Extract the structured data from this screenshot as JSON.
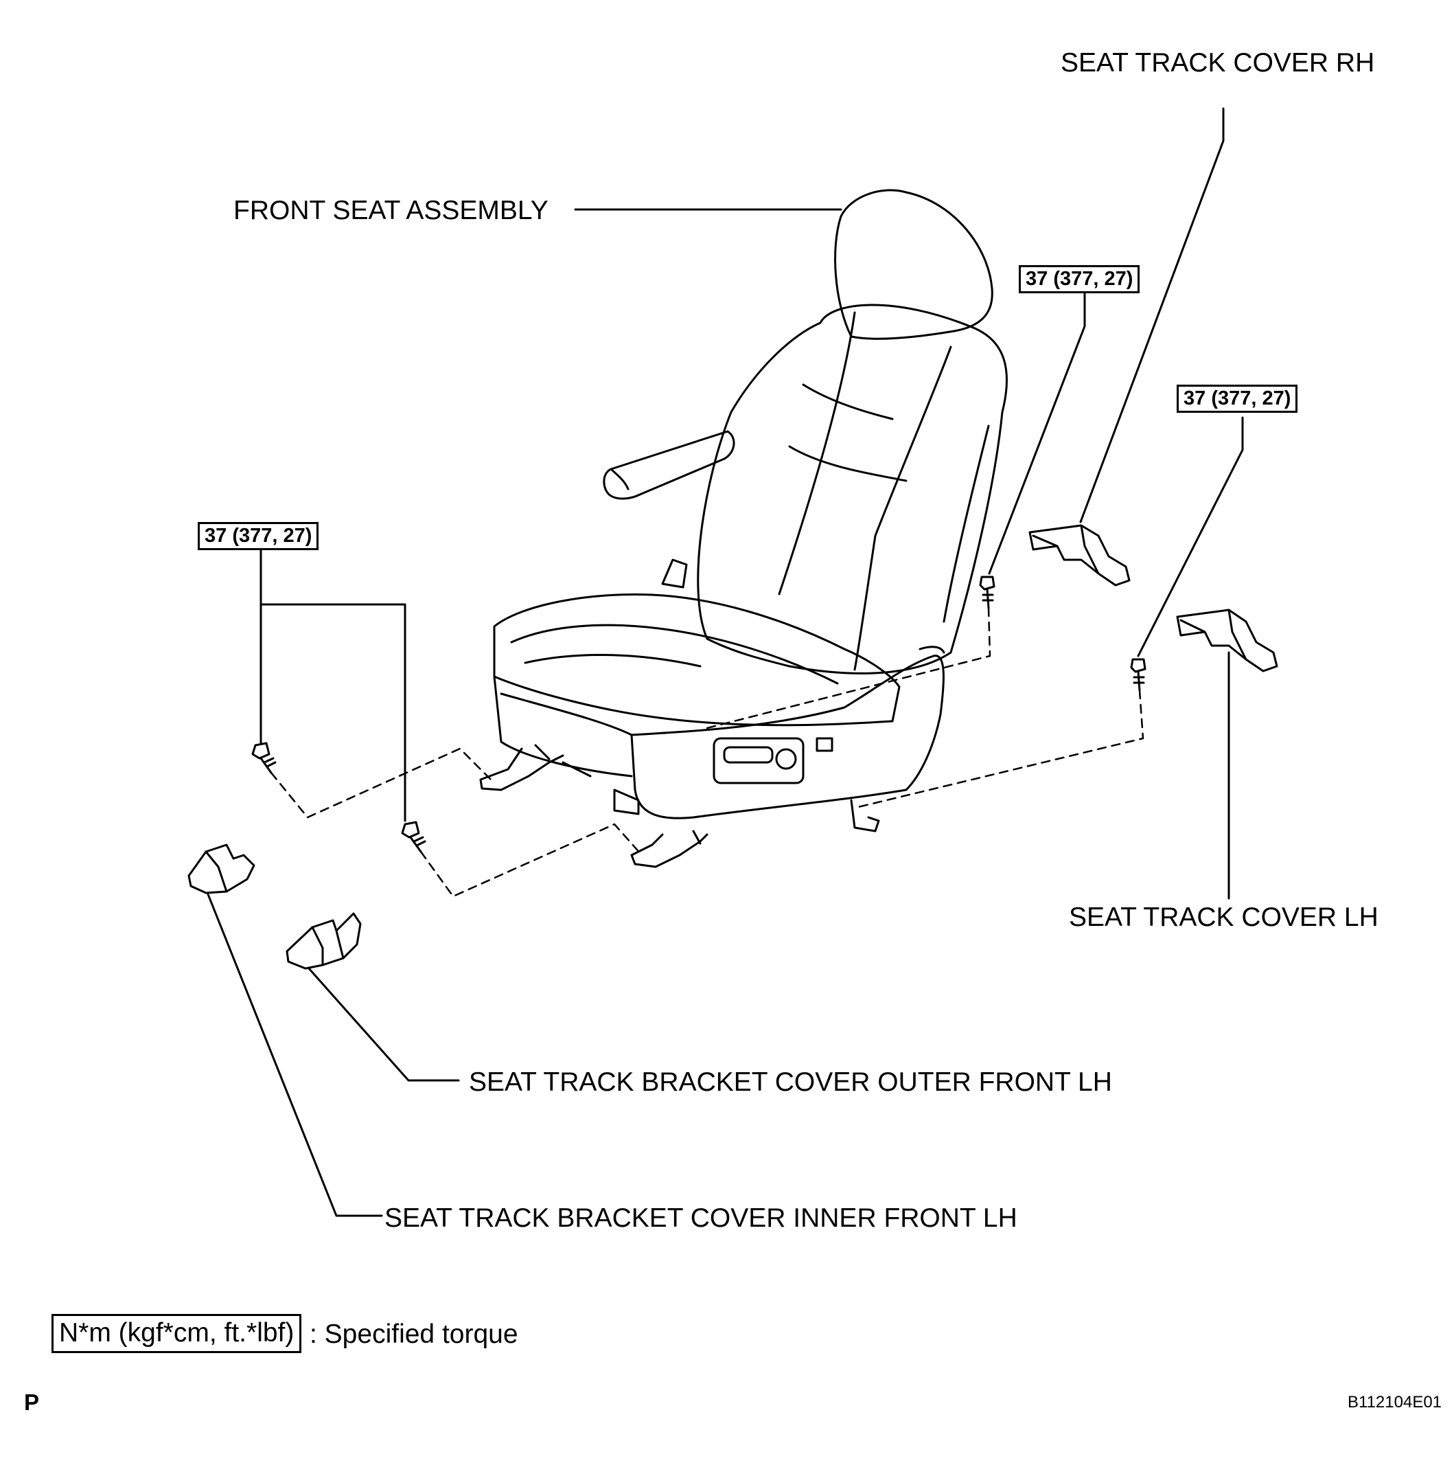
{
  "labels": {
    "seat_track_cover_rh": "SEAT TRACK COVER RH",
    "front_seat_assembly": "FRONT SEAT ASSEMBLY",
    "seat_track_cover_lh": "SEAT TRACK COVER LH",
    "bracket_cover_outer": "SEAT TRACK BRACKET COVER OUTER FRONT LH",
    "bracket_cover_inner": "SEAT TRACK BRACKET COVER INNER FRONT LH"
  },
  "torques": {
    "left": "37 (377, 27)",
    "mid": "37 (377, 27)",
    "right": "37 (377, 27)"
  },
  "legend": {
    "unit_box": "N*m (kgf*cm, ft.*lbf)",
    "text": ": Specified torque"
  },
  "footer": {
    "mark": "P",
    "figure_code": "B112104E01"
  }
}
